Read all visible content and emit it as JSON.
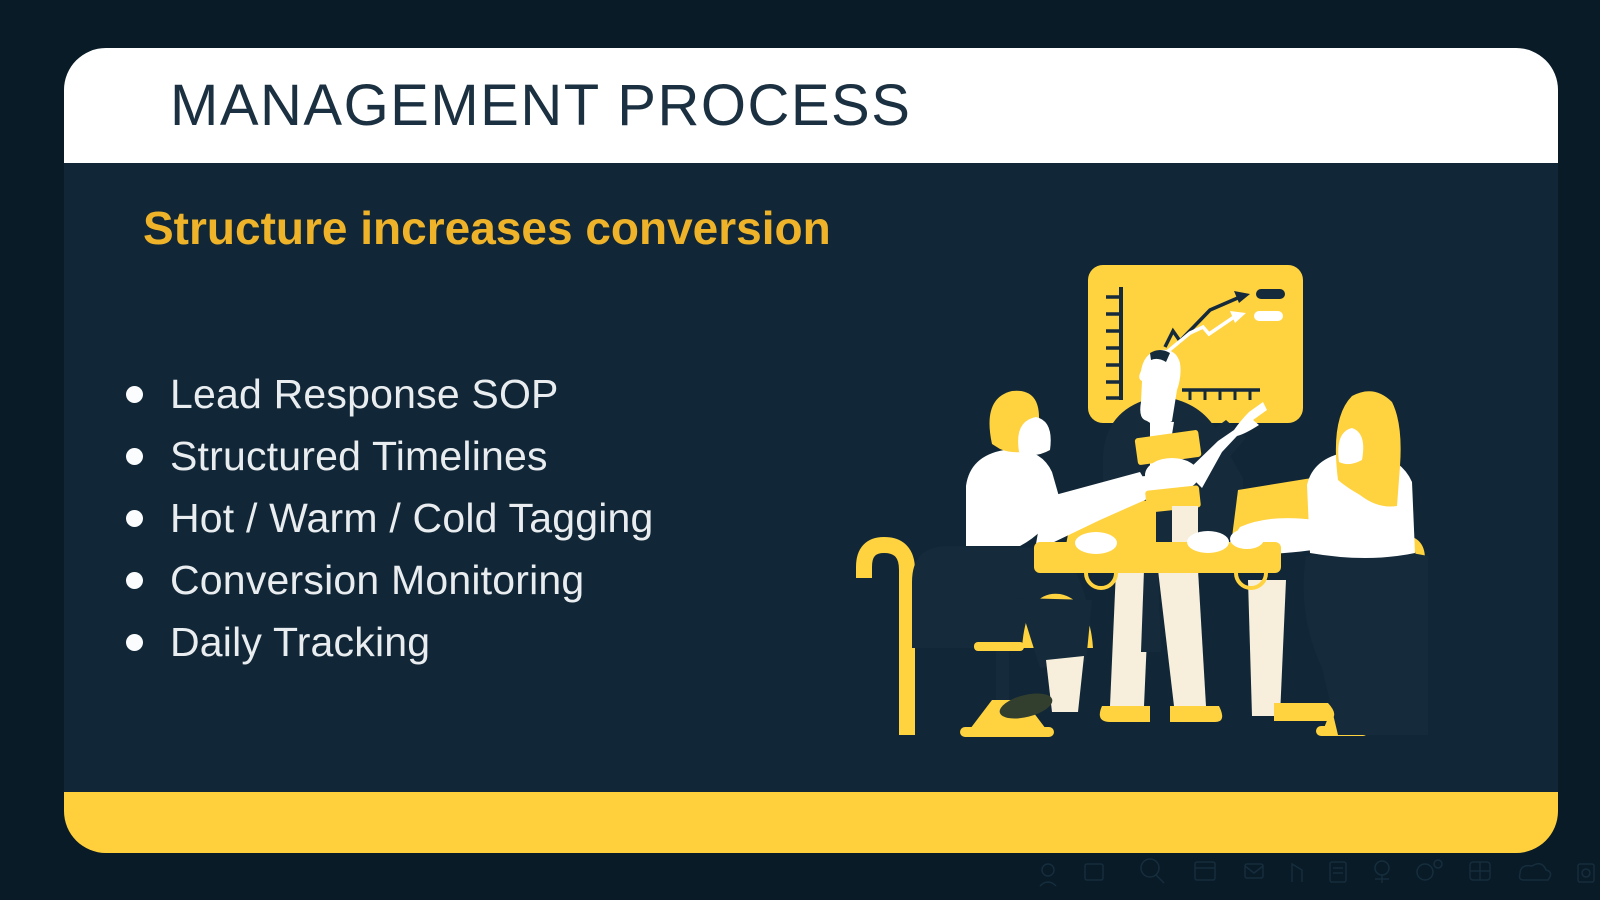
{
  "slide": {
    "title": "MANAGEMENT PROCESS",
    "subtitle": "Structure increases conversion",
    "bullets": [
      "Lead Response SOP",
      "Structured Timelines",
      "Hot / Warm / Cold Tagging",
      "Conversion Monitoring",
      "Daily Tracking"
    ]
  },
  "colors": {
    "page_background": "#081B27",
    "card_background": "#112737",
    "header_band": "#FFFFFF",
    "header_text": "#1B3040",
    "subtitle_gold": "#EFB32A",
    "bullet_text": "#E9EDF0",
    "footer_yellow": "#FFD03C",
    "illustration_yellow": "#FFD23F",
    "illustration_dark": "#152B3B",
    "illustration_cream": "#F7EFDC",
    "shoe_olive": "#333F2E"
  },
  "illustration": {
    "name": "team-meeting-presentation",
    "elements": [
      "chart-board",
      "growth-arrow-dark",
      "growth-arrow-white",
      "presenter-figure",
      "seated-listener-left",
      "seated-listener-right",
      "meeting-table"
    ]
  }
}
